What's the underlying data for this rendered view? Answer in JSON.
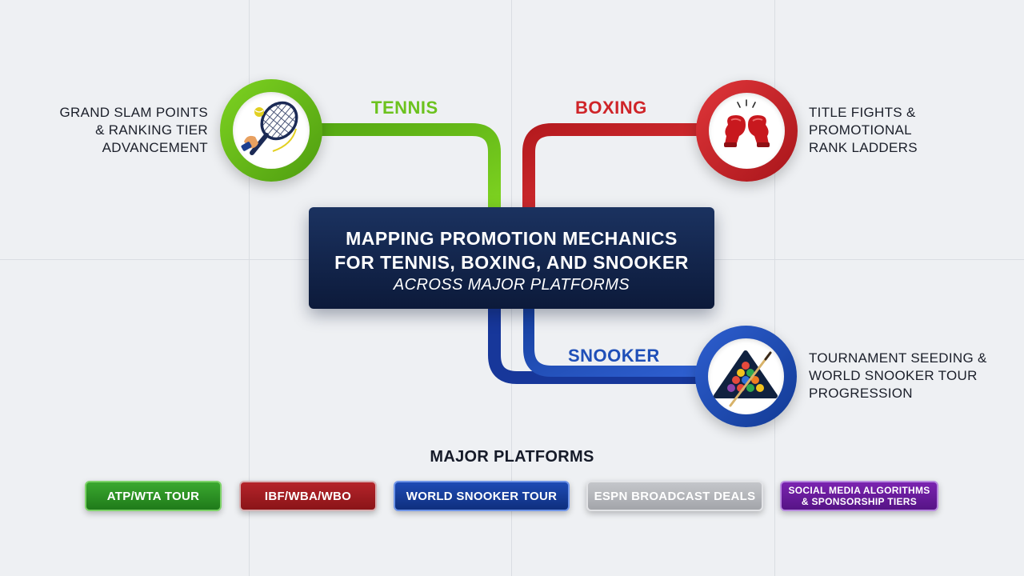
{
  "center": {
    "title_line1": "MAPPING PROMOTION MECHANICS",
    "title_line2": "FOR TENNIS, BOXING, AND SNOOKER",
    "subtitle": "ACROSS MAJOR PLATFORMS"
  },
  "sports": {
    "tennis": {
      "label": "TENNIS",
      "color": "#6cc21e",
      "icon": "tennis-racket-icon",
      "desc_line1": "GRAND SLAM POINTS",
      "desc_line2": "& RANKING TIER",
      "desc_line3": "ADVANCEMENT"
    },
    "boxing": {
      "label": "BOXING",
      "color": "#cf2428",
      "icon": "boxing-gloves-icon",
      "desc_line1": "TITLE FIGHTS &",
      "desc_line2": "PROMOTIONAL",
      "desc_line3": "RANK LADDERS"
    },
    "snooker": {
      "label": "SNOOKER",
      "color": "#1f4fb8",
      "icon": "snooker-rack-icon",
      "desc_line1": "TOURNAMENT SEEDING &",
      "desc_line2": "WORLD SNOOKER TOUR",
      "desc_line3": "PROGRESSION"
    }
  },
  "platforms": {
    "title": "MAJOR PLATFORMS",
    "items": [
      {
        "label": "ATP/WTA TOUR",
        "color": "#2c8f24"
      },
      {
        "label": "IBF/WBA/WBO",
        "color": "#a21a1e"
      },
      {
        "label": "WORLD SNOOKER TOUR",
        "color": "#173e9c"
      },
      {
        "label": "ESPN BROADCAST DEALS",
        "color": "#b5b7bb"
      },
      {
        "line1": "SOCIAL MEDIA ALGORITHMS",
        "line2": "& SPONSORSHIP TIERS",
        "color": "#6a1a9a"
      }
    ]
  }
}
